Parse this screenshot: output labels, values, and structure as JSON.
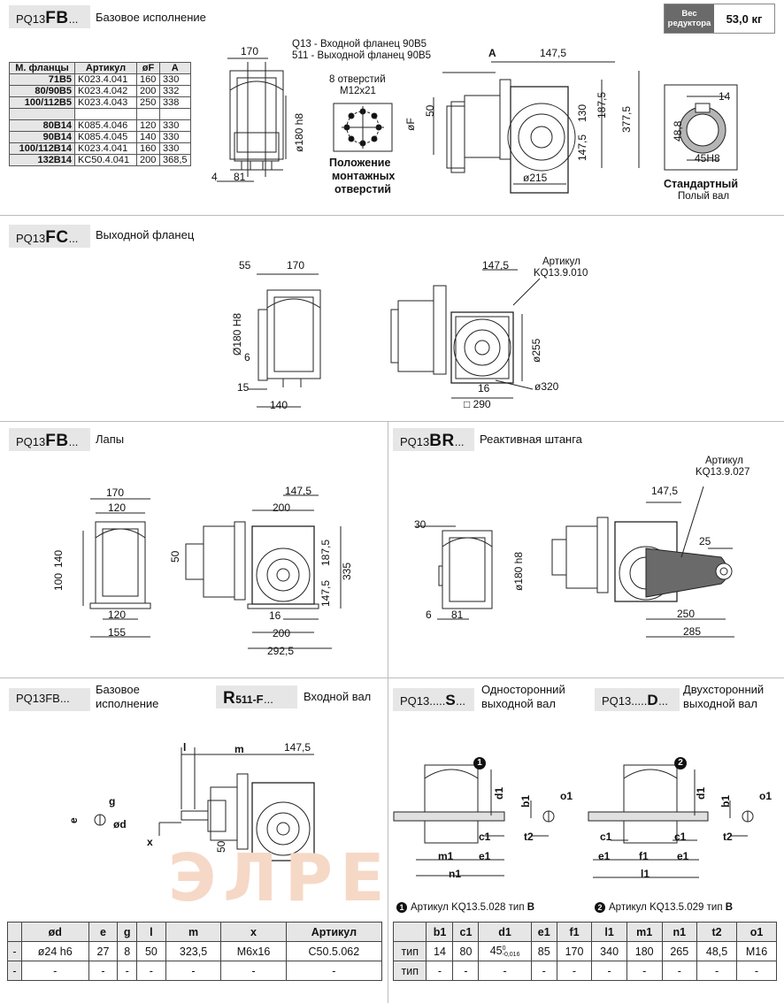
{
  "weight": {
    "label": "Вес редуктора",
    "value": "53,0 кг"
  },
  "sec1": {
    "code_prefix": "PQ13",
    "code_bold": "FB",
    "code_suffix": "...",
    "title": "Базовое исполнение",
    "flange_table": {
      "headers": [
        "М. фланцы",
        "Артикул",
        "øF",
        "A"
      ],
      "rows": [
        [
          "71B5",
          "K023.4.041",
          "160",
          "330"
        ],
        [
          "80/90B5",
          "K023.4.042",
          "200",
          "332"
        ],
        [
          "100/112B5",
          "K023.4.043",
          "250",
          "338"
        ],
        [
          "",
          "",
          "",
          ""
        ],
        [
          "80B14",
          "K085.4.046",
          "120",
          "330"
        ],
        [
          "90B14",
          "K085.4.045",
          "140",
          "330"
        ],
        [
          "100/112B14",
          "K023.4.041",
          "160",
          "330"
        ],
        [
          "132B14",
          "KC50.4.041",
          "200",
          "368,5"
        ]
      ]
    },
    "note_flange_1": "Q13 - Входной фланец 90B5",
    "note_flange_2": "511 - Выходной фланец 90B5",
    "holes_1": "8 отверстий",
    "holes_2": "M12x21",
    "holes_caption_1": "Положение",
    "holes_caption_2": "монтажных",
    "holes_caption_3": "отверстий",
    "shaft_title": "Стандартный",
    "shaft_sub": "Полый вал",
    "dims": {
      "d170": "170",
      "d180": "ø180 h8",
      "d4": "4",
      "d81": "81",
      "dA": "A",
      "d1475": "147,5",
      "dF": "øF",
      "d50": "50",
      "d130": "130",
      "d1875": "187,5",
      "d3775": "377,5",
      "d1475b": "147,5",
      "d215": "ø215",
      "d14": "14",
      "d488": "48,8",
      "d45": "45H8"
    }
  },
  "sec2": {
    "code_prefix": "PQ13",
    "code_bold": "FC",
    "code_suffix": "...",
    "title": "Выходной фланец",
    "art_1": "Артикул",
    "art_2": "KQ13.9.010",
    "dims": {
      "d55": "55",
      "d170": "170",
      "d180": "Ø180 H8",
      "d6": "6",
      "d15": "15",
      "d140": "140",
      "d1475": "147,5",
      "d255": "ø255",
      "d16": "16",
      "d290": "□ 290",
      "d320": "ø320"
    }
  },
  "sec3": {
    "code_prefix": "PQ13",
    "code_bold": "FB",
    "code_suffix": "...",
    "title": "Лапы",
    "dims": {
      "d170": "170",
      "d120": "120",
      "d140": "140",
      "d100": "100",
      "d120b": "120",
      "d155": "155",
      "d1475": "147,5",
      "d200": "200",
      "d50": "50",
      "d1875": "187,5",
      "d1475b": "147,5",
      "d335": "335",
      "d16": "16",
      "d200b": "200",
      "d2925": "292,5"
    }
  },
  "sec4": {
    "code_prefix": "PQ13",
    "code_bold": "BR",
    "code_suffix": "...",
    "title": "Реактивная штанга",
    "art_1": "Артикул",
    "art_2": "KQ13.9.027",
    "dims": {
      "d30": "30",
      "d180": "ø180 h8",
      "d6": "6",
      "d81": "81",
      "d1475": "147,5",
      "d25": "25",
      "d250": "250",
      "d285": "285"
    }
  },
  "sec5": {
    "code_a": "PQ13FB...",
    "title_a_1": "Базовое",
    "title_a_2": "исполнение",
    "code_b_bold": "R",
    "code_b_mid": "511-",
    "code_b_bold2": "F",
    "code_b_suffix": "...",
    "title_b": "Входной вал",
    "dims": {
      "l": "l",
      "m": "m",
      "d1475": "147,5",
      "g": "g",
      "e": "e",
      "d": "ød",
      "x": "x",
      "d50": "50"
    },
    "table": {
      "headers": [
        "",
        "ød",
        "e",
        "g",
        "l",
        "m",
        "x",
        "Артикул"
      ],
      "rows": [
        [
          "-",
          "ø24 h6",
          "27",
          "8",
          "50",
          "323,5",
          "M6x16",
          "C50.5.062"
        ],
        [
          "-",
          "-",
          "-",
          "-",
          "-",
          "-",
          "-",
          "-"
        ]
      ]
    }
  },
  "sec6": {
    "code_s": "PQ13.....",
    "code_s_bold": "S",
    "code_s_suffix": "...",
    "title_s_1": "Односторонний",
    "title_s_2": "выходной вал",
    "code_d": "PQ13.....",
    "code_d_bold": "D",
    "code_d_suffix": "...",
    "title_d_1": "Двухсторонний",
    "title_d_2": "выходной вал",
    "marker_1": "1",
    "marker_2": "2",
    "art1": "Артикул KQ13.5.028  тип ",
    "art1_type": "B",
    "art2": "Артикул KQ13.5.029  тип ",
    "art2_type": "B",
    "dims": {
      "d1": "d1",
      "c1": "c1",
      "m1": "m1",
      "e1": "e1",
      "n1": "n1",
      "b1": "b1",
      "o1": "o1",
      "t2": "t2",
      "f1": "f1",
      "l1": "l1"
    },
    "table": {
      "headers": [
        "",
        "b1",
        "c1",
        "d1",
        "e1",
        "f1",
        "l1",
        "m1",
        "n1",
        "t2",
        "o1"
      ],
      "rows": [
        [
          "тип",
          "14",
          "80",
          "45",
          "85",
          "170",
          "340",
          "180",
          "265",
          "48,5",
          "M16"
        ],
        [
          "тип",
          "-",
          "-",
          "-",
          "-",
          "-",
          "-",
          "-",
          "-",
          "-",
          "-"
        ]
      ],
      "d1_tol_top": "0",
      "d1_tol_bottom": "-0,016"
    }
  },
  "watermark": "ЭЛРЕ"
}
